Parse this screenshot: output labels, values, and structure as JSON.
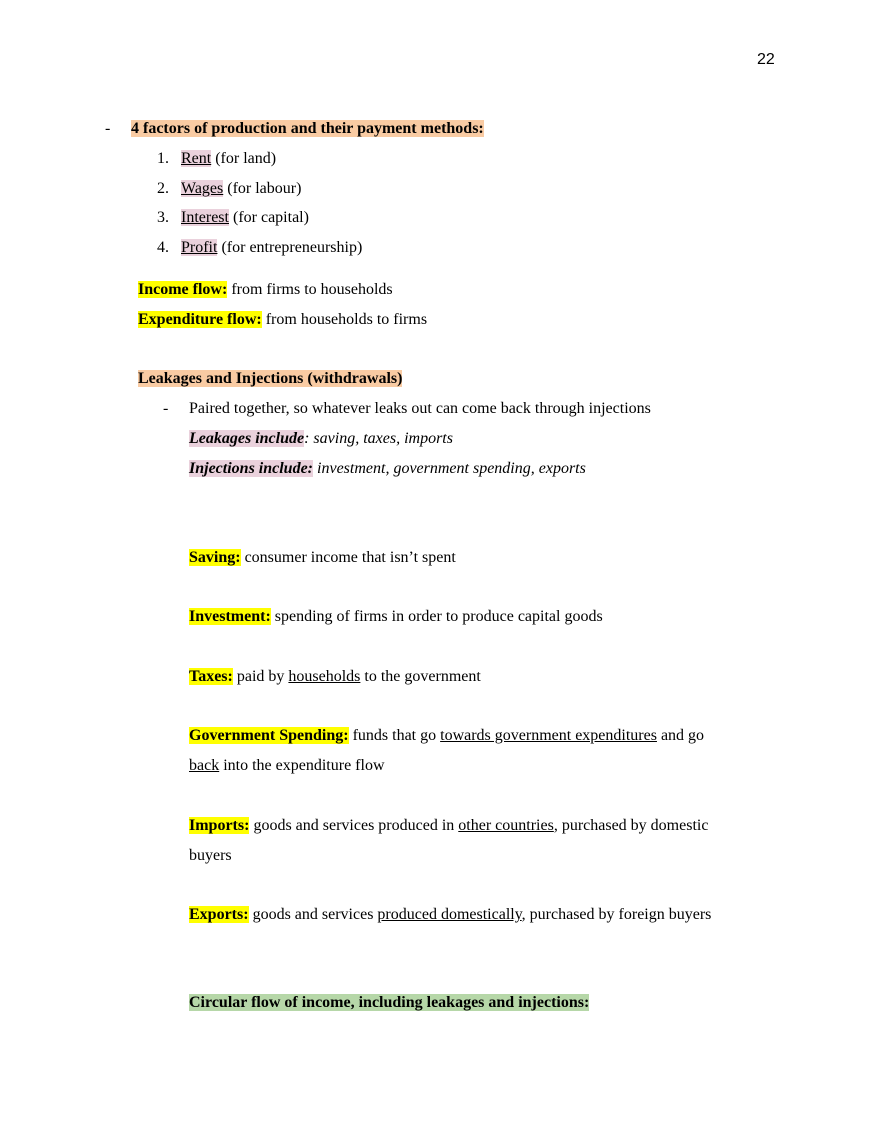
{
  "page_number": "22",
  "factors": {
    "bullet": "-",
    "heading": "4 factors of production and their payment methods:",
    "items": [
      {
        "num": "1.",
        "term": "Rent",
        "rest": " (for land)"
      },
      {
        "num": "2.",
        "term": "Wages",
        "rest": " (for labour)"
      },
      {
        "num": "3.",
        "term": "Interest",
        "rest": " (for capital)"
      },
      {
        "num": "4.",
        "term": "Profit",
        "rest": " (for entrepreneurship)"
      }
    ]
  },
  "flows": {
    "income_label": "Income flow:",
    "income_text": " from firms to households",
    "expenditure_label": "Expenditure flow:",
    "expenditure_text": " from households to firms"
  },
  "leakages": {
    "heading": "Leakages and Injections (withdrawals)",
    "bullet": "-",
    "bullet_text": "Paired together, so whatever leaks out can come back through injections",
    "leak_label": "Leakages include",
    "leak_text": ": saving, taxes, imports",
    "inj_label": "Injections include:",
    "inj_text": " investment, government spending, exports"
  },
  "definitions": {
    "saving_label": "Saving:",
    "saving_text": " consumer income that isn’t spent",
    "investment_label": "Investment:",
    "investment_text": " spending of firms in order to produce capital goods",
    "taxes_label": "Taxes:",
    "taxes_pre": " paid by ",
    "taxes_u": "households",
    "taxes_post": " to the government",
    "gov_label": "Government Spending:",
    "gov_pre": " funds that go ",
    "gov_u": "towards government expenditures",
    "gov_post": " and go",
    "gov_u2": "back",
    "gov_post2": " into the expenditure flow",
    "imports_label": "Imports:",
    "imports_pre": " goods and services produced in ",
    "imports_u": "other countries",
    "imports_post": ", purchased by domestic",
    "imports_line2": "buyers",
    "exports_label": "Exports:",
    "exports_pre": " goods and services ",
    "exports_u": "produced domestically",
    "exports_post": ", purchased by foreign buyers"
  },
  "circular_heading": " Circular flow of income, including leakages and injections:"
}
